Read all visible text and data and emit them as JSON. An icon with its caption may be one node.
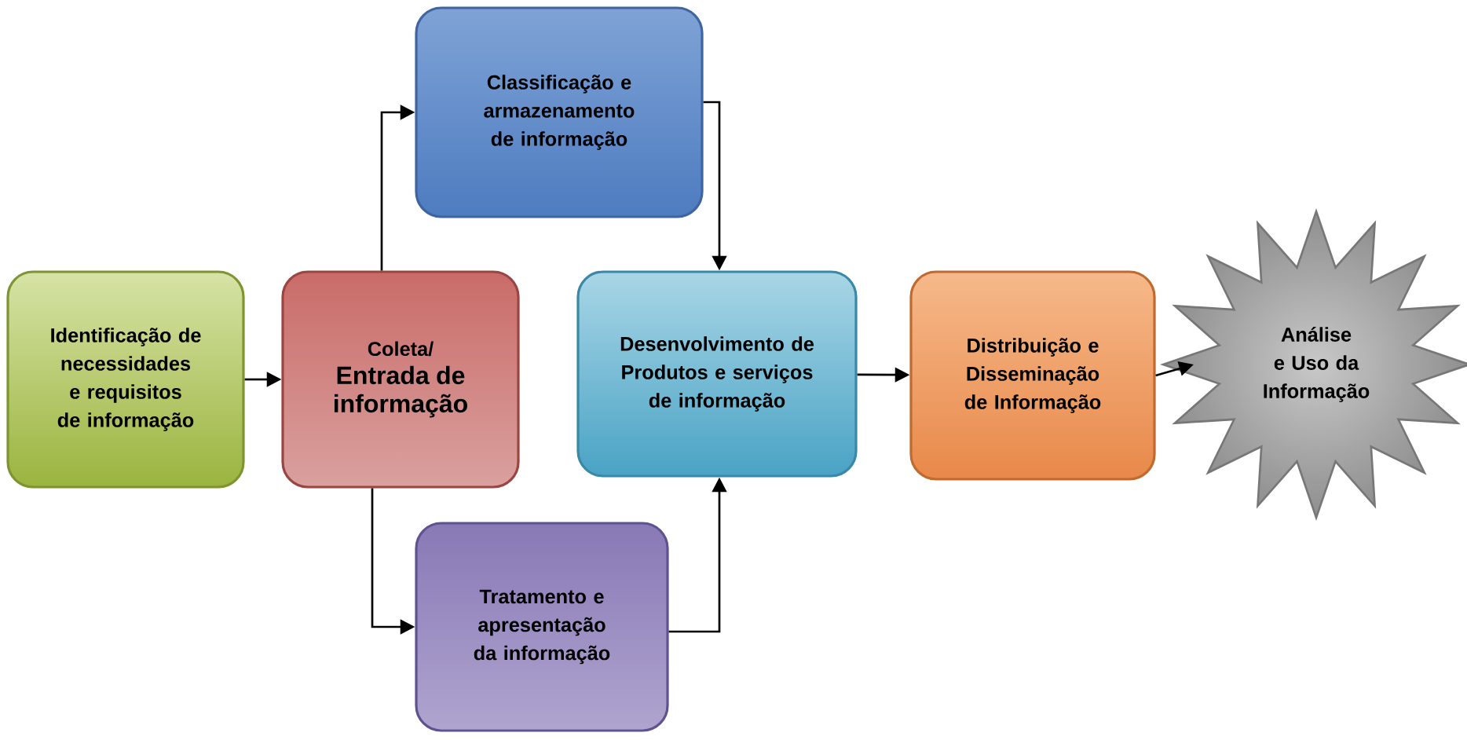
{
  "diagram": {
    "nodes": [
      {
        "text": [
          "Identificação de necessidades e requisitos de informação"
        ]
      },
      {
        "text": [
          "Coleta/",
          "Entrada de informação"
        ]
      },
      {
        "text": [
          "Classificação e armazenamento de informação"
        ]
      },
      {
        "text": [
          "Tratamento e apresentação da informação"
        ]
      },
      {
        "text": [
          "Desenvolvimento de Produtos e serviços de informação"
        ]
      },
      {
        "text": [
          "Distribuição e Disseminação de Informação"
        ]
      },
      {
        "text": [
          "Análise e Uso da Informação"
        ]
      }
    ],
    "edges": [
      {
        "from": 0,
        "to": 1,
        "arrow": "to"
      },
      {
        "from": 1,
        "to": 2,
        "arrow": "to"
      },
      {
        "from": 1,
        "to": 3,
        "arrow": "to"
      },
      {
        "from": 2,
        "to": 4,
        "arrow": "to"
      },
      {
        "from": 3,
        "to": 4,
        "arrow": "to"
      },
      {
        "from": 4,
        "to": 5,
        "arrow": "to"
      },
      {
        "from": 5,
        "to": 6,
        "arrow": "to"
      }
    ]
  }
}
